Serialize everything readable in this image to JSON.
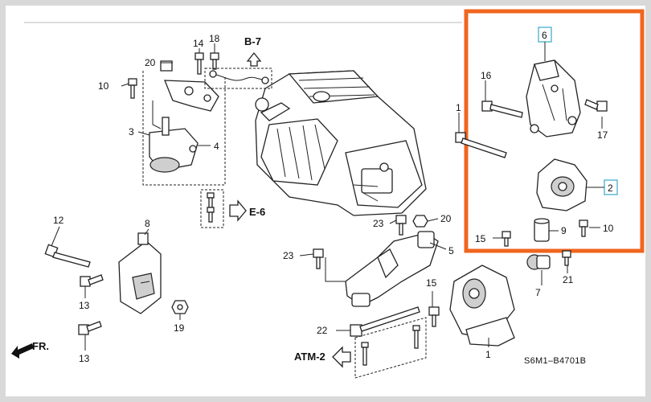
{
  "callouts": {
    "c1a": "1",
    "c1b": "1",
    "c2": "2",
    "c3": "3",
    "c4": "4",
    "c5": "5",
    "c6": "6",
    "c7": "7",
    "c8": "8",
    "c9": "9",
    "c10a": "10",
    "c10b": "10",
    "c12": "12",
    "c13a": "13",
    "c13b": "13",
    "c14": "14",
    "c15a": "15",
    "c15b": "15",
    "c16": "16",
    "c17": "17",
    "c18": "18",
    "c19": "19",
    "c20a": "20",
    "c20b": "20",
    "c21": "21",
    "c22": "22",
    "c23a": "23",
    "c23b": "23"
  },
  "refs": {
    "b7": "B-7",
    "e6": "E-6",
    "atm2": "ATM-2",
    "fr": "FR."
  },
  "diagram_code": "S6M1–B4701B",
  "highlight_color": "#f0651f",
  "box_color": "#3aa6c9"
}
